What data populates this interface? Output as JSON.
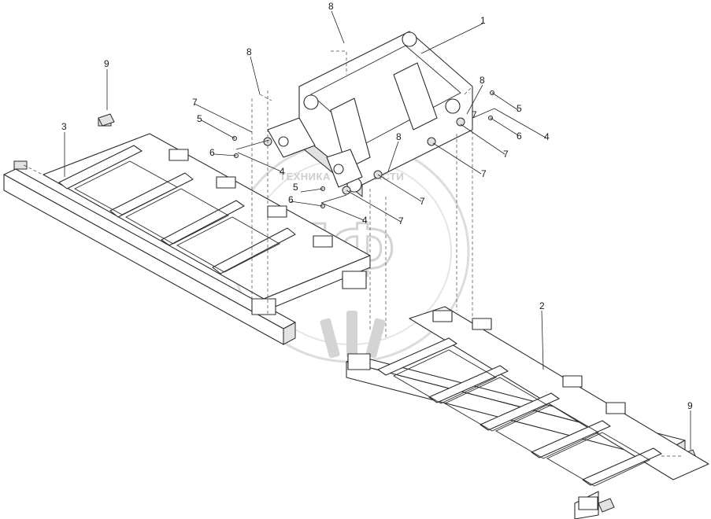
{
  "watermark": {
    "caption": "ТЕХНИКА И ЗАПЧАСТИ",
    "letters": "ЗПФ"
  },
  "callouts": [
    {
      "id": "c1",
      "text": "1"
    },
    {
      "id": "c2",
      "text": "2"
    },
    {
      "id": "c3",
      "text": "3"
    },
    {
      "id": "c4a",
      "text": "4"
    },
    {
      "id": "c4b",
      "text": "4"
    },
    {
      "id": "c4c",
      "text": "4"
    },
    {
      "id": "c5a",
      "text": "5"
    },
    {
      "id": "c5b",
      "text": "5"
    },
    {
      "id": "c5c",
      "text": "5"
    },
    {
      "id": "c6a",
      "text": "6"
    },
    {
      "id": "c6b",
      "text": "6"
    },
    {
      "id": "c6c",
      "text": "6"
    },
    {
      "id": "c7a",
      "text": "7"
    },
    {
      "id": "c7b",
      "text": "7"
    },
    {
      "id": "c7c",
      "text": "7"
    },
    {
      "id": "c7d",
      "text": "7"
    },
    {
      "id": "c7e",
      "text": "7"
    },
    {
      "id": "c7f",
      "text": "7"
    },
    {
      "id": "c8a",
      "text": "8"
    },
    {
      "id": "c8b",
      "text": "8"
    },
    {
      "id": "c8c",
      "text": "8"
    },
    {
      "id": "c8d",
      "text": "8"
    },
    {
      "id": "c9a",
      "text": "9"
    },
    {
      "id": "c9b",
      "text": "9"
    }
  ]
}
